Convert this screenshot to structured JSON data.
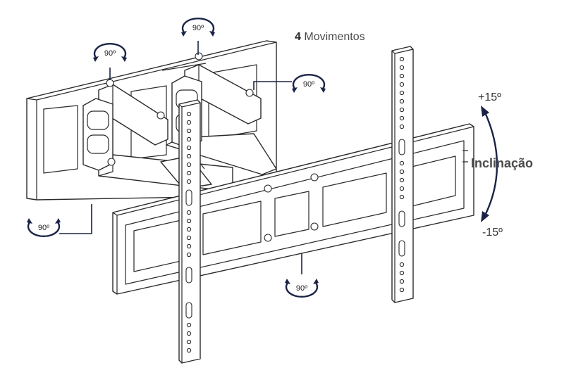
{
  "title": {
    "count": "4",
    "text": "Movimentos"
  },
  "rotation_label": "90º",
  "tilt": {
    "label": "Inclinação",
    "up": "+15º",
    "down": "-15º"
  },
  "colors": {
    "accent": "#1a2346",
    "line": "#2a2a2a",
    "text": "#4a4a4a"
  }
}
